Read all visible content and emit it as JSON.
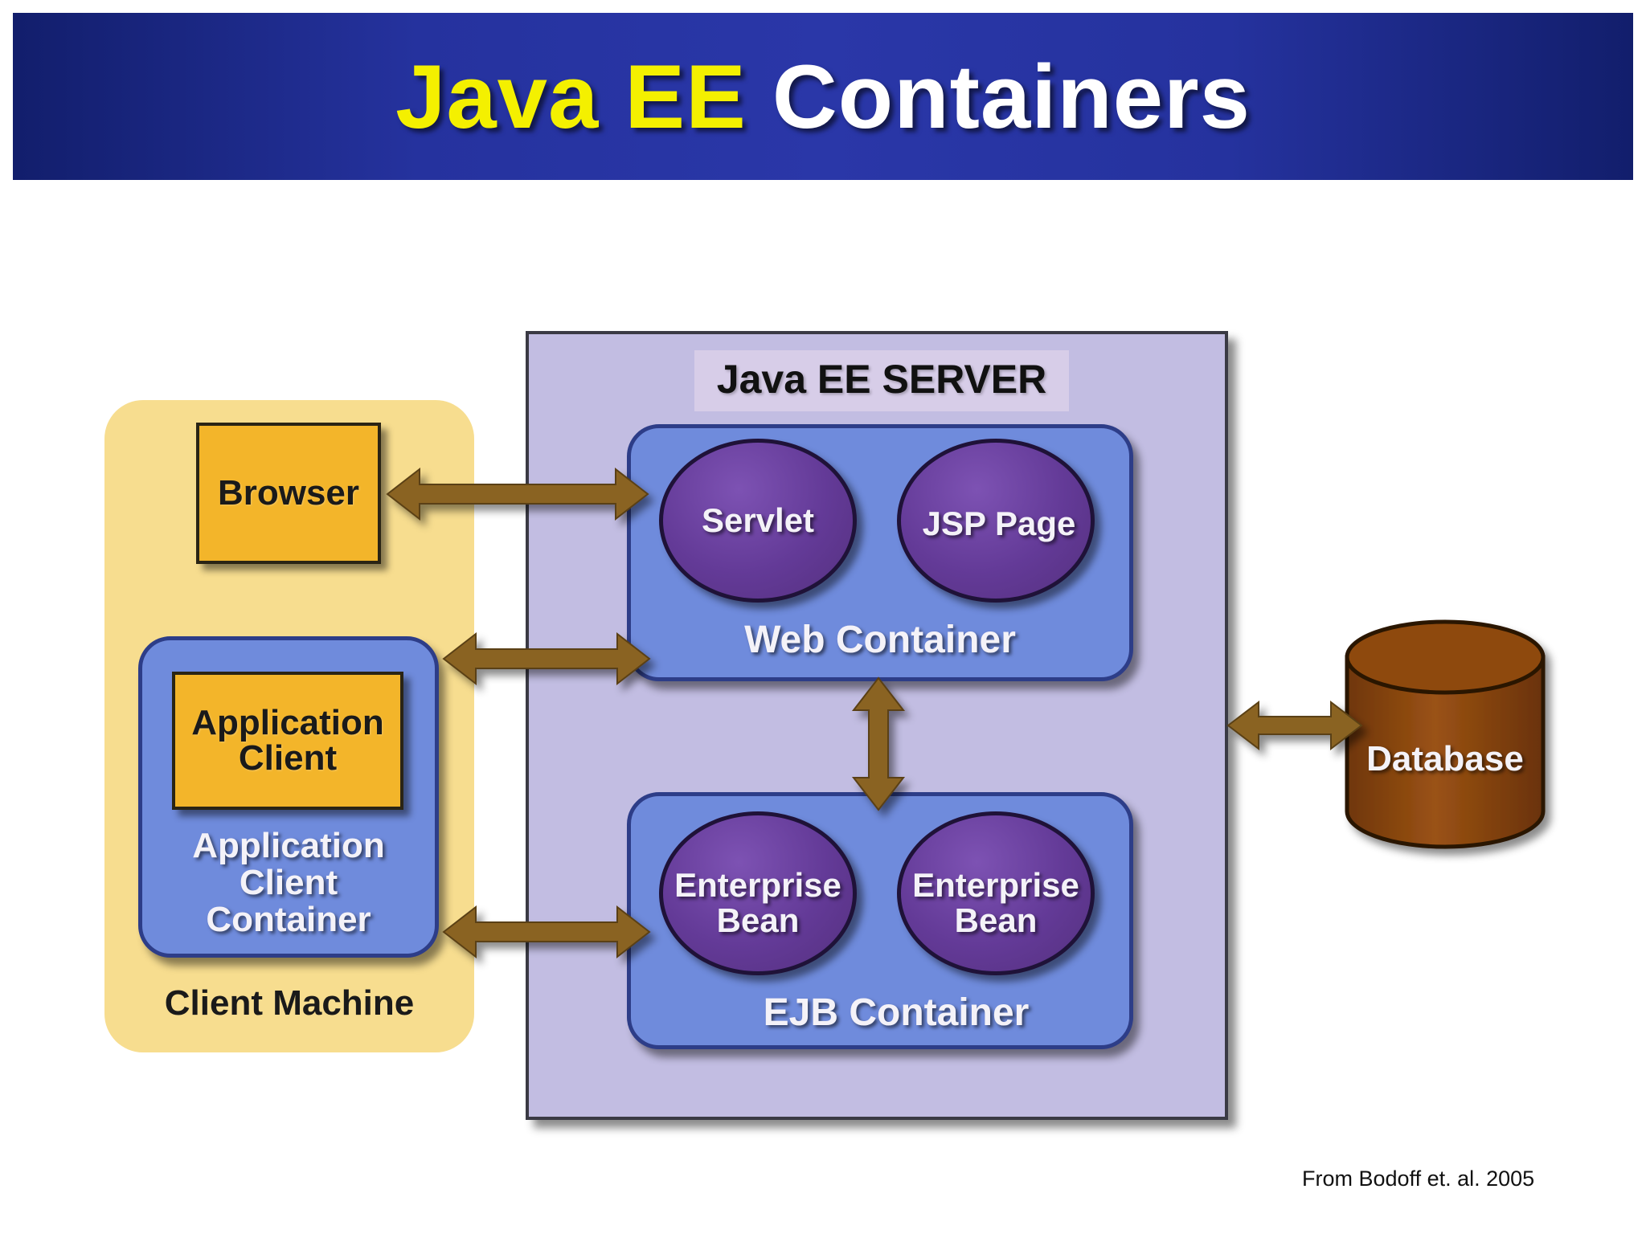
{
  "title": {
    "part1": "Java EE",
    "part2": "Containers"
  },
  "diagram": {
    "client_machine": "Client Machine",
    "browser": "Browser",
    "application_client_line1": "Application",
    "application_client_line2": "Client",
    "app_client_container_line1": "Application",
    "app_client_container_line2": "Client",
    "app_client_container_line3": "Container",
    "server": "Java EE SERVER",
    "web_container": "Web Container",
    "servlet": "Servlet",
    "jsp_page": "JSP Page",
    "ejb_container": "EJB Container",
    "enterprise_bean_1_line1": "Enterprise",
    "enterprise_bean_1_line2": "Bean",
    "enterprise_bean_2_line1": "Enterprise",
    "enterprise_bean_2_line2": "Bean",
    "database": "Database"
  },
  "citation": "From Bodoff et. al. 2005",
  "colors": {
    "banner": "#25329e",
    "title_yellow": "#f4f000",
    "client_machine_bg": "#f7dd8f",
    "server_bg": "#c2bde2",
    "container_blue": "#6f8bdc",
    "component_gold": "#f3b52a",
    "bean_purple": "#6b3fa0",
    "database_brown": "#8e4a0e",
    "arrow_brown": "#8a6422"
  }
}
